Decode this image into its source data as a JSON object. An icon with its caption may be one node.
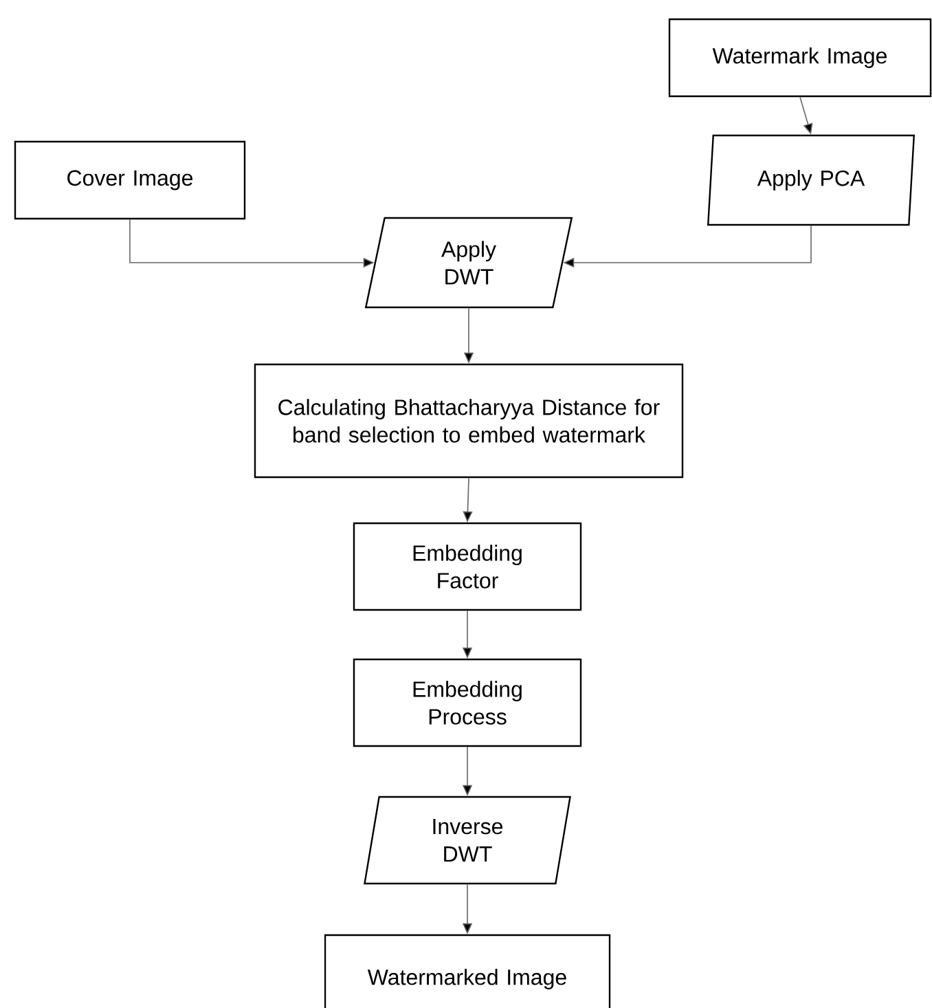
{
  "diagram": {
    "nodes": [
      {
        "text": [
          "Watermark Image"
        ]
      },
      {
        "text": [
          "Cover Image"
        ]
      },
      {
        "text": [
          "Apply PCA"
        ]
      },
      {
        "text": [
          "Apply DWT"
        ]
      },
      {
        "text": [
          "Calculating Bhattacharyya Distance for band selection to embed watermark"
        ]
      },
      {
        "text": [
          "Embedding Factor"
        ]
      },
      {
        "text": [
          "Embedding Process"
        ]
      },
      {
        "text": [
          "Inverse DWT"
        ]
      },
      {
        "text": [
          "Watermarked Image"
        ]
      }
    ],
    "edges": [
      {
        "from": 0,
        "to": 2,
        "arrow": "to"
      },
      {
        "from": 1,
        "to": 3,
        "arrow": "to"
      },
      {
        "from": 2,
        "to": 3,
        "arrow": "to"
      },
      {
        "from": 3,
        "to": 4,
        "arrow": "to"
      },
      {
        "from": 4,
        "to": 5,
        "arrow": "to"
      },
      {
        "from": 5,
        "to": 6,
        "arrow": "to"
      },
      {
        "from": 6,
        "to": 7,
        "arrow": "to"
      },
      {
        "from": 7,
        "to": 8,
        "arrow": "to"
      }
    ]
  }
}
